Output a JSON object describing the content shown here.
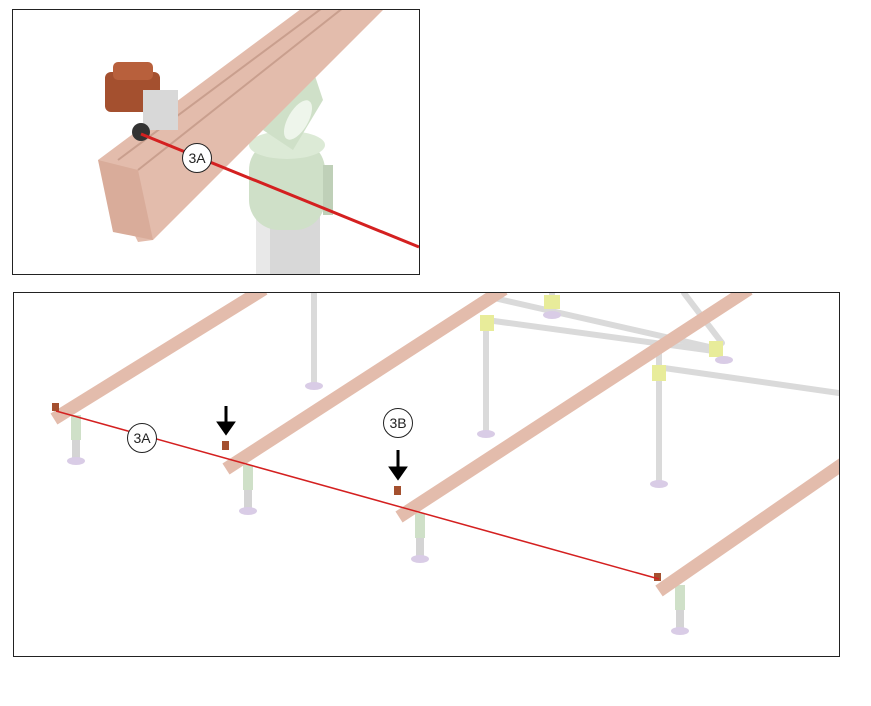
{
  "callouts": {
    "detail_3a": "3A",
    "overview_3a": "3A",
    "overview_3b": "3B"
  },
  "colors": {
    "rail": "#e3bcac",
    "rail_edge": "#c99f8e",
    "indicator_line": "#d42020",
    "post_green": "#cfe0c8",
    "pole_grey": "#d4d4d4",
    "foot_lilac": "#d9cce6",
    "connector_yellow": "#e8ec9a",
    "clamp_brown": "#a4502f"
  }
}
